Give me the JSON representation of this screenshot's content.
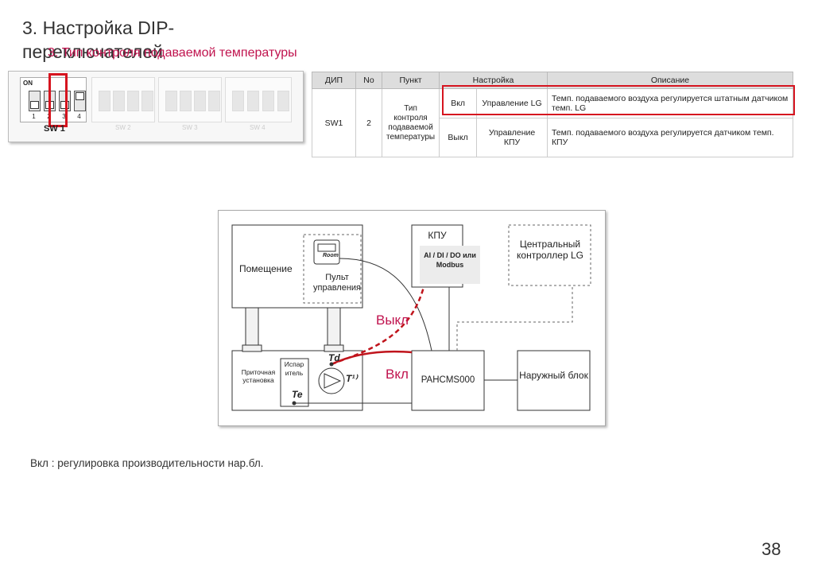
{
  "title": "3. Настройка DIP-переключателей",
  "subtitle": "3. Тип контроля подаваемой температуры",
  "dip": {
    "on_label": "ON",
    "sw1_numbers": [
      "1",
      "2",
      "3",
      "4"
    ],
    "sw1_label": "SW 1",
    "blurred_labels": [
      "SW 2",
      "SW 3",
      "SW 4"
    ]
  },
  "table": {
    "headers": [
      "ДИП",
      "No",
      "Пункт",
      "Настройка",
      "Описание"
    ],
    "dip": "SW1",
    "no": "2",
    "item": "Тип контроля подаваемой температуры",
    "rows": [
      {
        "state": "Вкл",
        "setting": "Управление LG",
        "description": "Темп. подаваемого воздуха регулируется штатным датчиком темп. LG"
      },
      {
        "state": "Выкл",
        "setting": "Управление КПУ",
        "description": "Темп. подаваемого воздуха регулируется датчиком темп. КПУ"
      }
    ],
    "highlight_color": "#d6141f"
  },
  "diagram": {
    "room": "Помещение",
    "remote": "Пульт управления",
    "room_sensor": "Room",
    "kpu": "КПУ",
    "kpu_io": "AI / DI / DO или Modbus",
    "central": "Центральный контроллер LG",
    "ahu": "Приточная установка",
    "evaporator": "Испар итель",
    "td": "Td",
    "t1": "T¹⁾",
    "te": "Te",
    "controller": "PAHCMS000",
    "outdoor": "Наружный блок",
    "off_label": "Выкл",
    "on_label": "Вкл",
    "accent_color": "#c0134e",
    "line_color": "#c0141c"
  },
  "footnote": "Вкл : регулировка производительности нар.бл.",
  "page_number": "38"
}
